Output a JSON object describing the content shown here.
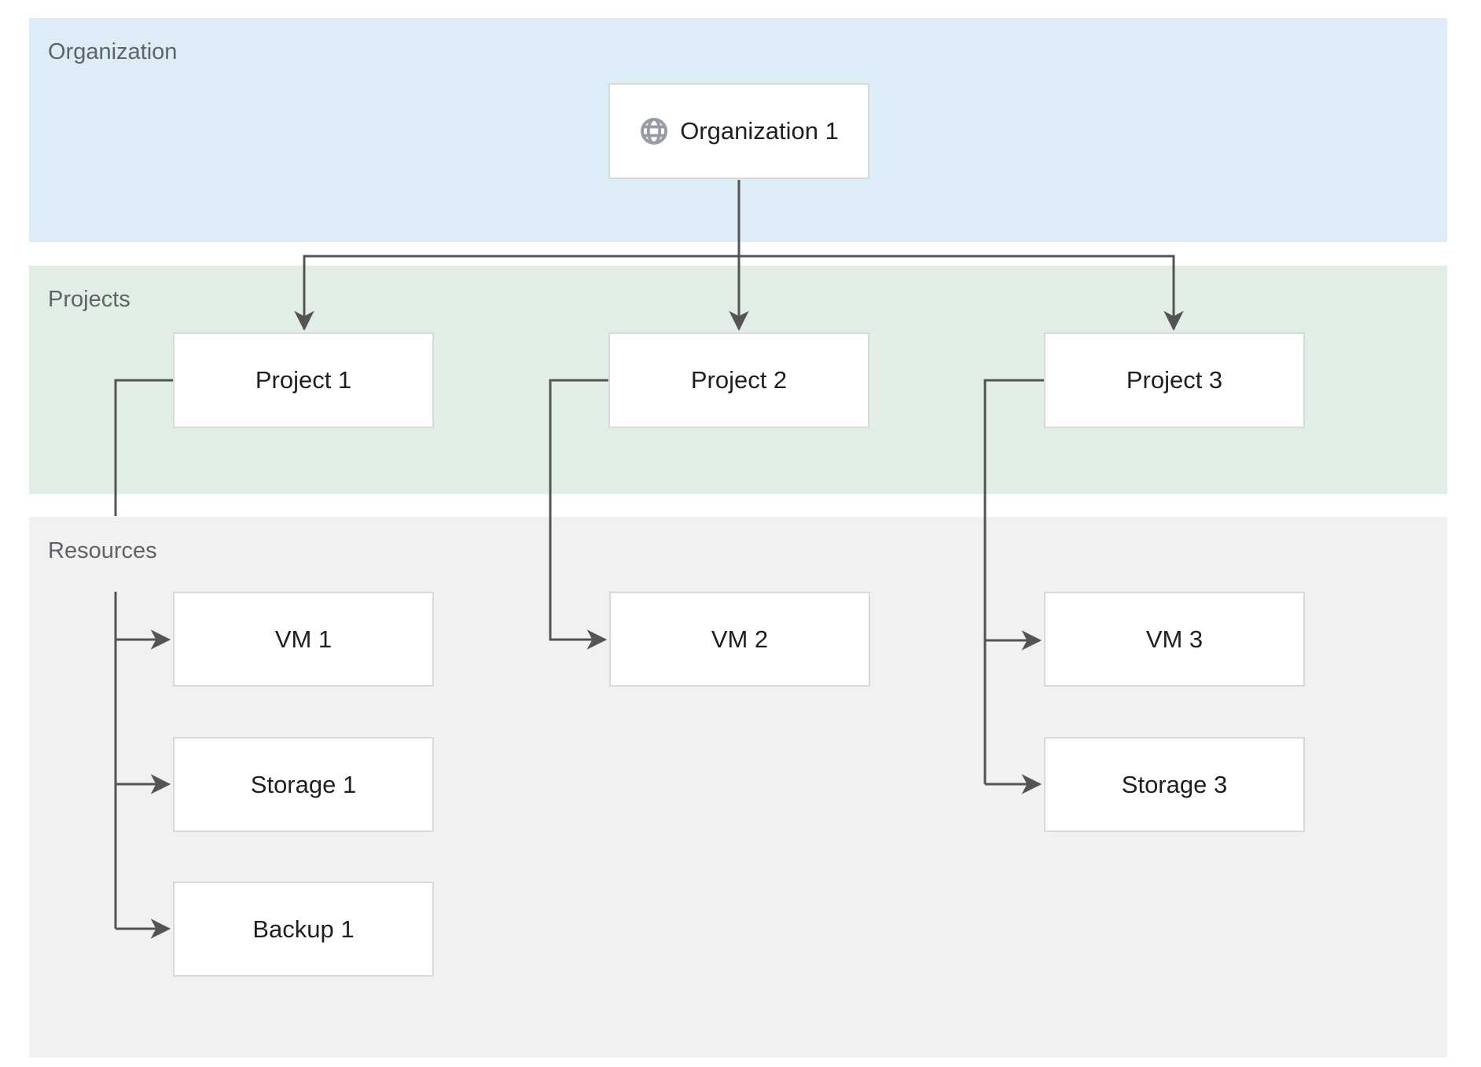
{
  "diagram": {
    "bands": [
      {
        "id": "organization",
        "label": "Organization"
      },
      {
        "id": "projects",
        "label": "Projects"
      },
      {
        "id": "resources",
        "label": "Resources"
      }
    ],
    "nodes": {
      "org1": {
        "label": "Organization 1",
        "icon": "globe-icon",
        "band": "organization"
      },
      "project1": {
        "label": "Project 1",
        "band": "projects"
      },
      "project2": {
        "label": "Project 2",
        "band": "projects"
      },
      "project3": {
        "label": "Project 3",
        "band": "projects"
      },
      "vm1": {
        "label": "VM 1",
        "band": "resources"
      },
      "storage1": {
        "label": "Storage 1",
        "band": "resources"
      },
      "backup1": {
        "label": "Backup 1",
        "band": "resources"
      },
      "vm2": {
        "label": "VM 2",
        "band": "resources"
      },
      "vm3": {
        "label": "VM 3",
        "band": "resources"
      },
      "storage3": {
        "label": "Storage 3",
        "band": "resources"
      }
    },
    "edges": [
      {
        "from": "org1",
        "to": "project1"
      },
      {
        "from": "org1",
        "to": "project2"
      },
      {
        "from": "org1",
        "to": "project3"
      },
      {
        "from": "project1",
        "to": "vm1"
      },
      {
        "from": "project1",
        "to": "storage1"
      },
      {
        "from": "project1",
        "to": "backup1"
      },
      {
        "from": "project2",
        "to": "vm2"
      },
      {
        "from": "project3",
        "to": "vm3"
      },
      {
        "from": "project3",
        "to": "storage3"
      }
    ]
  },
  "colors": {
    "band-organization": "#dcedf8",
    "band-projects": "#e0eee5",
    "band-resources": "#f1f1f1",
    "band-label-text": "#5f6368",
    "node-fill": "#ffffff",
    "node-border": "#d9d9d9",
    "node-text": "#1f1f1f",
    "connector": "#545454",
    "globe-icon": "#969ca3"
  }
}
